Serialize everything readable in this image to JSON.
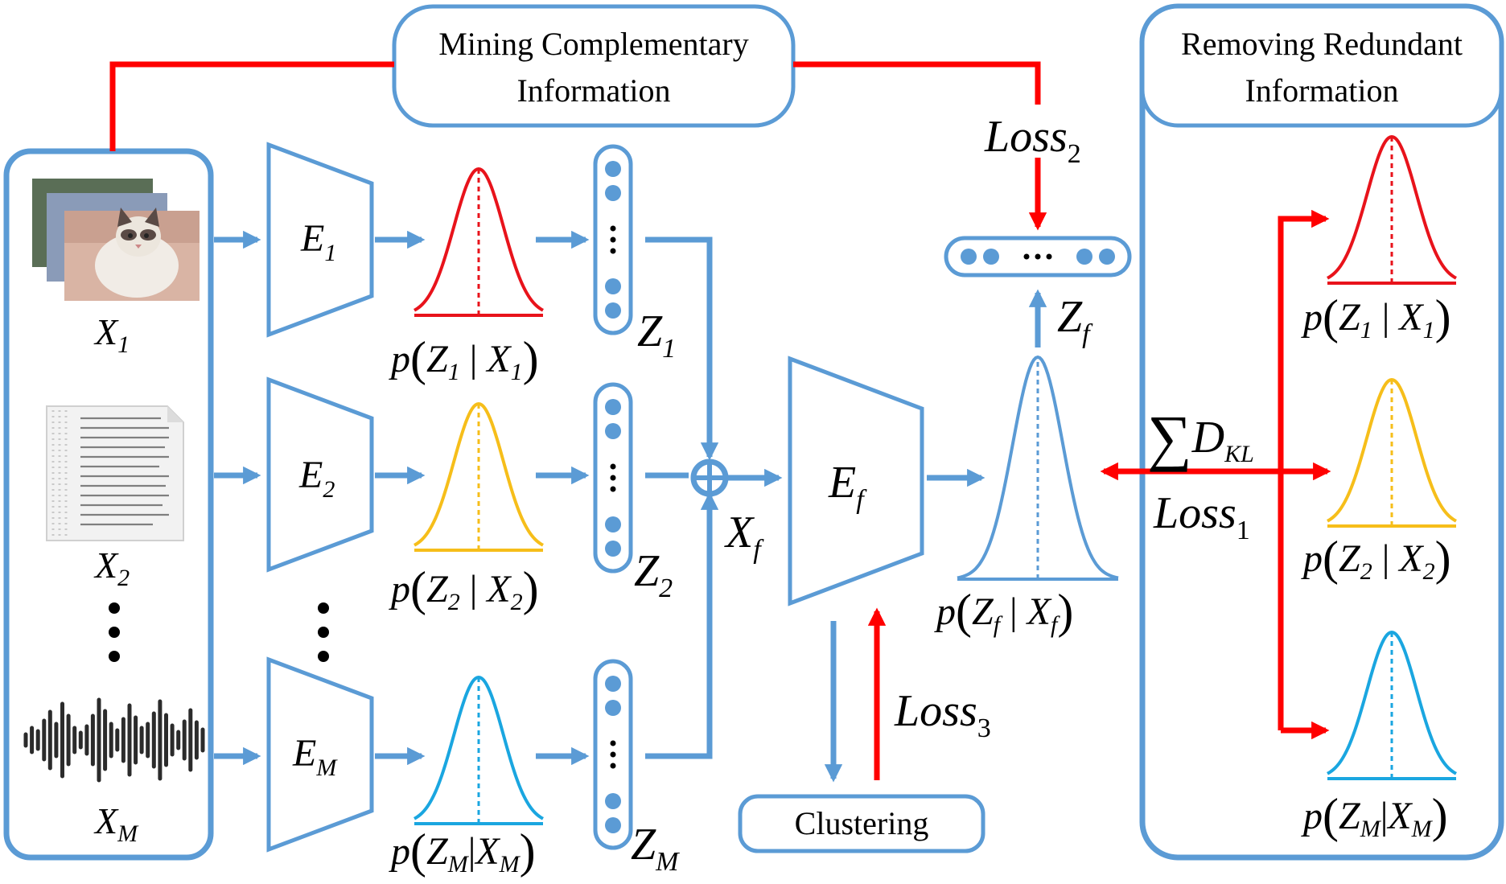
{
  "boxes": {
    "mining_line1": "Mining Complementary",
    "mining_line2": "Information",
    "removing_line1": "Removing Redundant",
    "removing_line2": "Information",
    "clustering": "Clustering"
  },
  "inputs": [
    {
      "base": "X",
      "sub": "1",
      "kind": "image-stack"
    },
    {
      "base": "X",
      "sub": "2",
      "kind": "document"
    },
    {
      "base": "X",
      "sub": "M",
      "kind": "waveform"
    }
  ],
  "encoders": [
    {
      "base": "E",
      "sub": "1"
    },
    {
      "base": "E",
      "sub": "2"
    },
    {
      "base": "E",
      "sub": "M"
    }
  ],
  "fusion_encoder": {
    "base": "E",
    "sub": "f"
  },
  "posteriors": [
    {
      "p": "p",
      "z": "Z",
      "zsub": "1",
      "x": "X",
      "xsub": "1",
      "color": "#e8131b"
    },
    {
      "p": "p",
      "z": "Z",
      "zsub": "2",
      "x": "X",
      "xsub": "2",
      "color": "#f6be1a"
    },
    {
      "p": "p",
      "z": "Z",
      "zsub": "M",
      "x": "X",
      "xsub": "M",
      "color": "#1aa6e0"
    }
  ],
  "latents": [
    {
      "base": "Z",
      "sub": "1"
    },
    {
      "base": "Z",
      "sub": "2"
    },
    {
      "base": "Z",
      "sub": "M"
    }
  ],
  "fused_input": {
    "base": "X",
    "sub": "f"
  },
  "fused_latent": {
    "base": "Z",
    "sub": "f"
  },
  "fused_posterior": {
    "p": "p",
    "z": "Z",
    "zsub": "f",
    "x": "X",
    "xsub": "f",
    "color": "#5b9bd5"
  },
  "right_posteriors": [
    {
      "p": "p",
      "z": "Z",
      "zsub": "1",
      "x": "X",
      "xsub": "1",
      "color": "#e8131b"
    },
    {
      "p": "p",
      "z": "Z",
      "zsub": "2",
      "x": "X",
      "xsub": "2",
      "color": "#f6be1a"
    },
    {
      "p": "p",
      "z": "Z",
      "zsub": "M",
      "x": "X",
      "xsub": "M",
      "color": "#1aa6e0"
    }
  ],
  "losses": {
    "loss1": {
      "base": "Loss",
      "sub": "1"
    },
    "loss2": {
      "base": "Loss",
      "sub": "2"
    },
    "loss3": {
      "base": "Loss",
      "sub": "3"
    },
    "dkl": {
      "symbol": "∑",
      "base": "D",
      "sub": "KL"
    }
  },
  "ellipsis": "⋮",
  "h_ellipsis": "• • ⋯ • •",
  "colors": {
    "blue": "#5b9bd5",
    "red": "#ff0000",
    "black": "#000000"
  }
}
